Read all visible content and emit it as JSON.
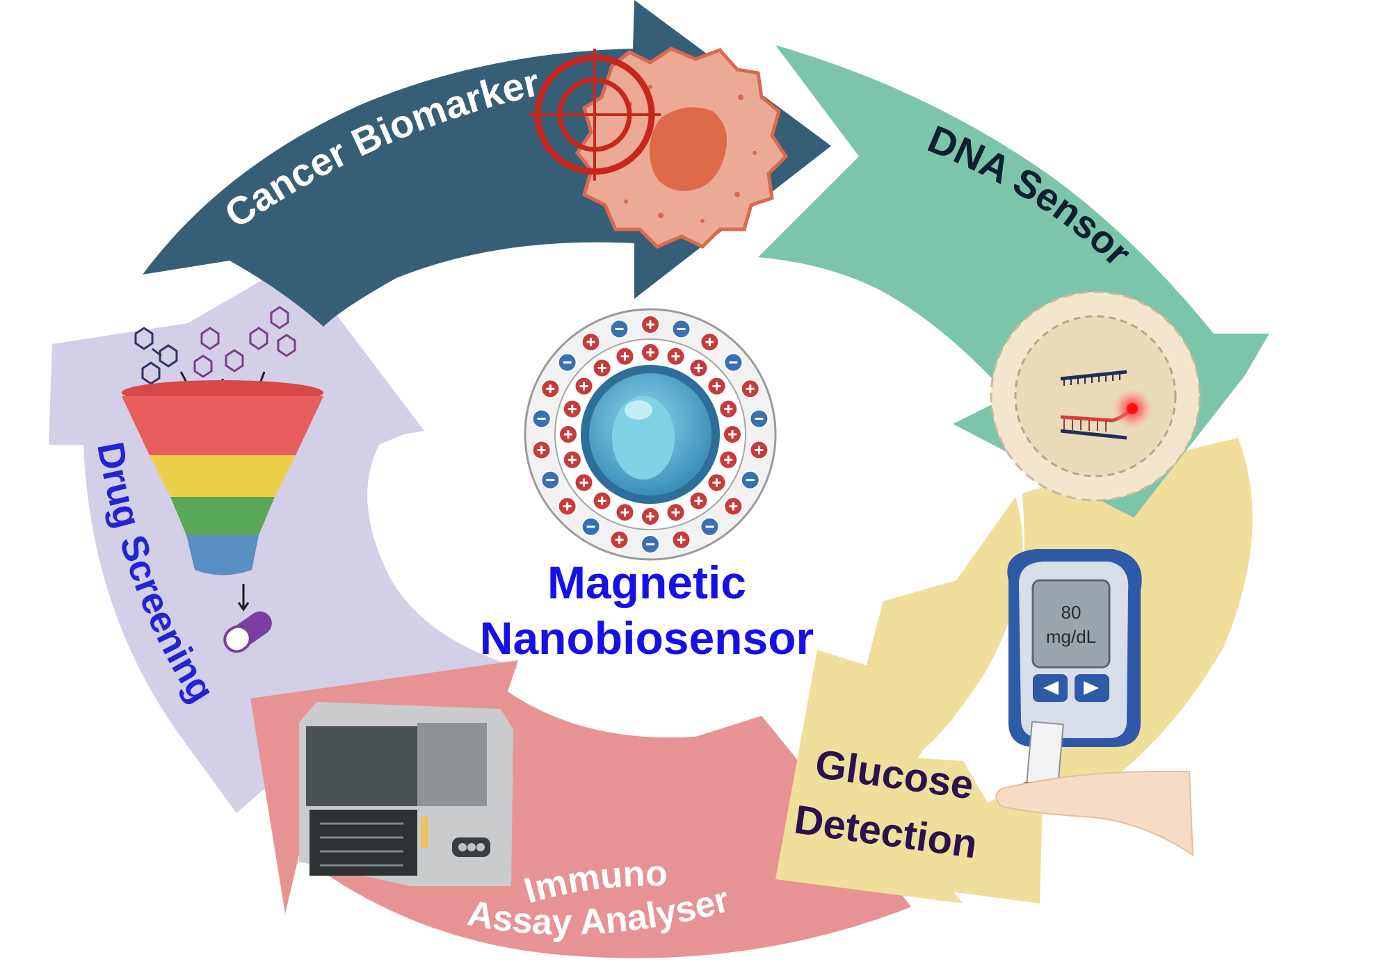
{
  "center": {
    "title_line1": "Magnetic",
    "title_line2": "Nanobiosensor"
  },
  "segments": {
    "cancer": {
      "label": "Cancer Biomarker"
    },
    "dna": {
      "label": "DNA Sensor"
    },
    "glucose": {
      "label_line1": "Glucose",
      "label_line2": "Detection"
    },
    "immuno": {
      "label_line1": "Immuno",
      "label_line2": "Assay Analyser"
    },
    "drug": {
      "label": "Drug Screening"
    }
  },
  "glucometer": {
    "reading": "80",
    "unit": "mg/dL"
  },
  "colors": {
    "cancer_arrow": "#365f77",
    "dna_arrow": "#7cc5aa",
    "glucose_arrow": "#f0df9b",
    "immuno_arrow": "#e79394",
    "drug_arrow": "#d2cfe6",
    "center_text": "#1511e6",
    "drug_text": "#2323d6",
    "plus_charge": "#c83b3b",
    "minus_charge": "#3a6fb1"
  },
  "icons": [
    "target-icon",
    "cancer-cell-icon",
    "dna-probe-icon",
    "glucometer-icon",
    "finger-icon",
    "analyser-machine-icon",
    "funnel-icon",
    "molecules-icon",
    "capsule-icon",
    "nanoparticle-icon"
  ]
}
